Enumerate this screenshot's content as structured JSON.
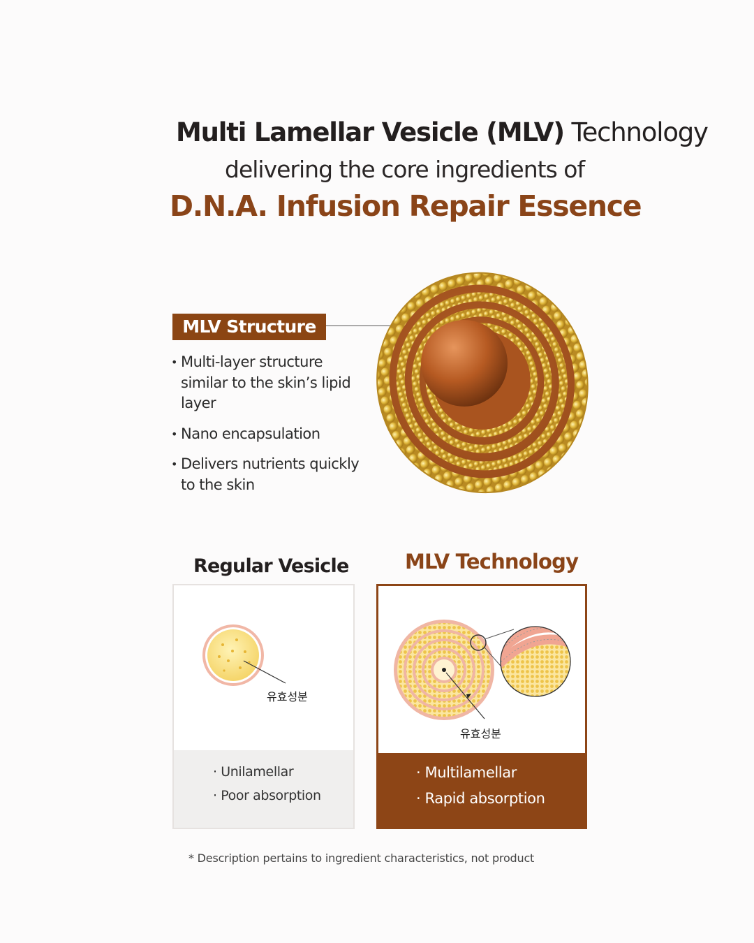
{
  "title": {
    "line1_bold": "Multi Lamellar Vesicle (MLV)",
    "line1_light": "Technology",
    "line2": "delivering the core ingredients of",
    "line3": "D.N.A. Infusion Repair Essence"
  },
  "structure": {
    "tag": "MLV Structure",
    "bullets": [
      "Multi-layer structure similar to the skin’s lipid layer",
      "Nano encapsulation",
      "Delivers nutrients quickly to the skin"
    ]
  },
  "comparison": {
    "regular": {
      "heading": "Regular Vesicle",
      "diagram_label": "유효성분",
      "features": [
        "· Unilamellar",
        "· Poor absorption"
      ]
    },
    "mlv": {
      "heading": "MLV Technology",
      "diagram_label": "유효성분",
      "features": [
        "· Multilamellar",
        "· Rapid absorption"
      ]
    }
  },
  "disclaimer": "* Description pertains to ingredient characteristics, not product",
  "colors": {
    "accent_brown": "#8b4513",
    "lipid_gold": "#d9b43a",
    "core_orange": "#b65a22",
    "background": "#fcfbfb"
  }
}
